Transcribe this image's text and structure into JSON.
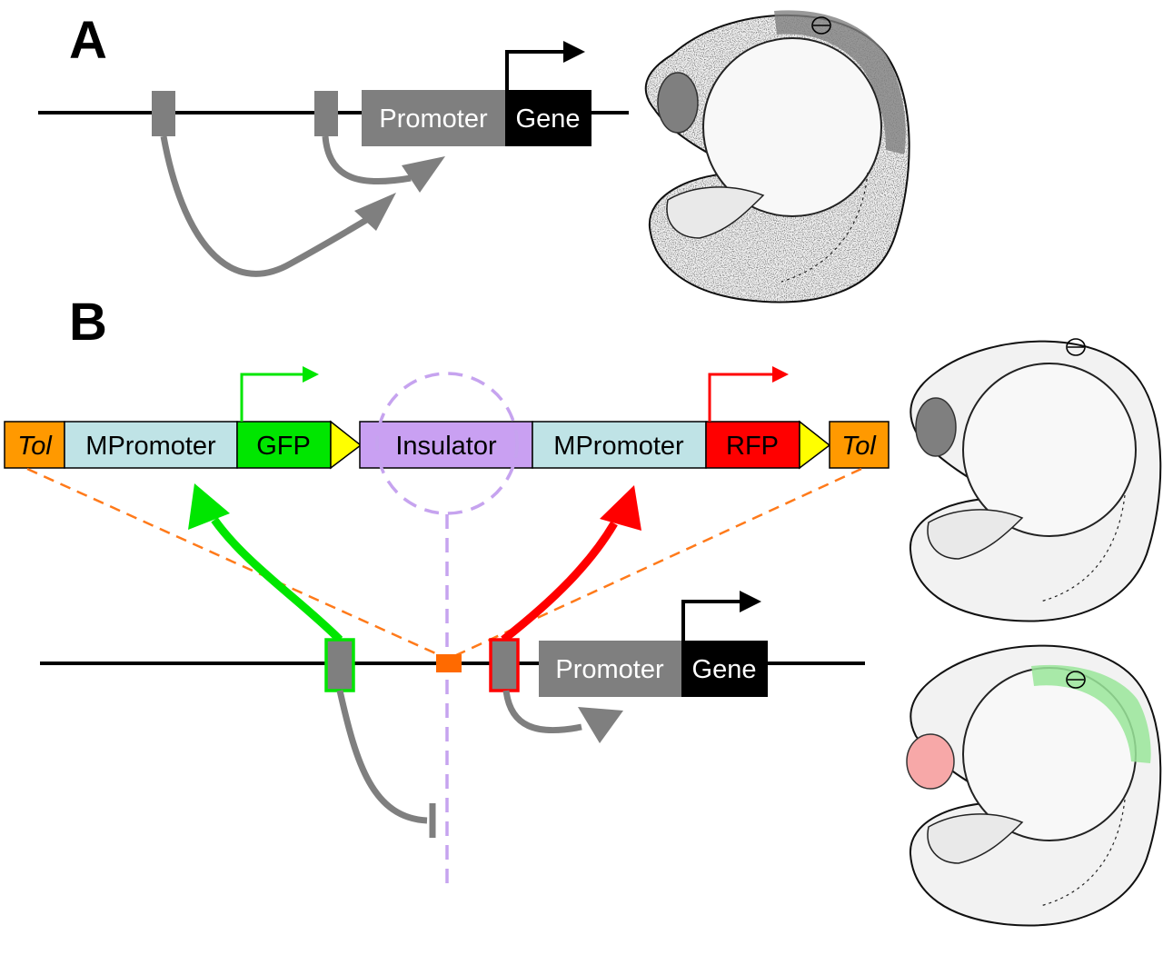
{
  "panels": {
    "a": {
      "label": "A"
    },
    "b": {
      "label": "B"
    }
  },
  "genome": {
    "promoter": "Promoter",
    "gene": "Gene"
  },
  "construct": {
    "tol_left": "Tol",
    "mpromoter_left": "MPromoter",
    "gfp": "GFP",
    "insulator": "Insulator",
    "mpromoter_right": "MPromoter",
    "rfp": "RFP",
    "tol_right": "Tol"
  },
  "colors": {
    "enhancer_gray": "#7f7f7f",
    "promoter_gray": "#7f7f7f",
    "gene_black": "#000000",
    "tol_orange": "#ff9900",
    "mpromoter_blue": "#bfe3e6",
    "gfp_green": "#00e600",
    "rfp_red": "#ff0000",
    "insulator_purple": "#c9a0f2",
    "loxp_yellow": "#ffff00",
    "integration_site": "#ff6a00",
    "dashed_orange": "#ff7a1a",
    "dashed_purple": "#c6a3ef",
    "expression_green": "#9ae69a",
    "expression_red": "#f7a8a8"
  }
}
